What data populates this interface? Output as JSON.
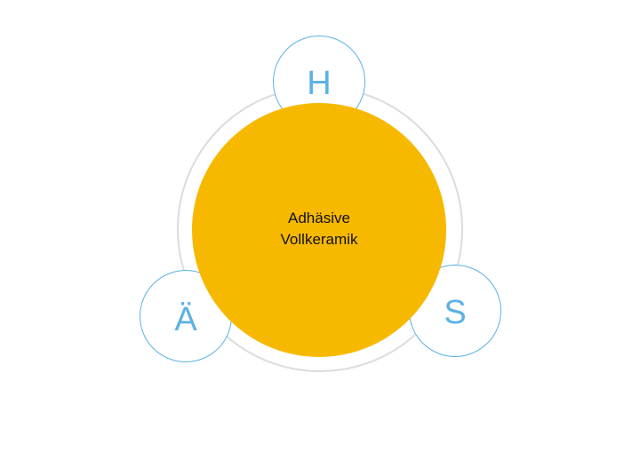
{
  "center": {
    "line1": "Adhäsive",
    "line2": "Vollkeramik",
    "color": "#f7b900"
  },
  "satellites": [
    {
      "letter": "H"
    },
    {
      "letter": "Ä"
    },
    {
      "letter": "S"
    }
  ],
  "colors": {
    "satellite_accent": "#5bb2e6",
    "ring": "#dcdcdc",
    "background": "#ffffff"
  }
}
